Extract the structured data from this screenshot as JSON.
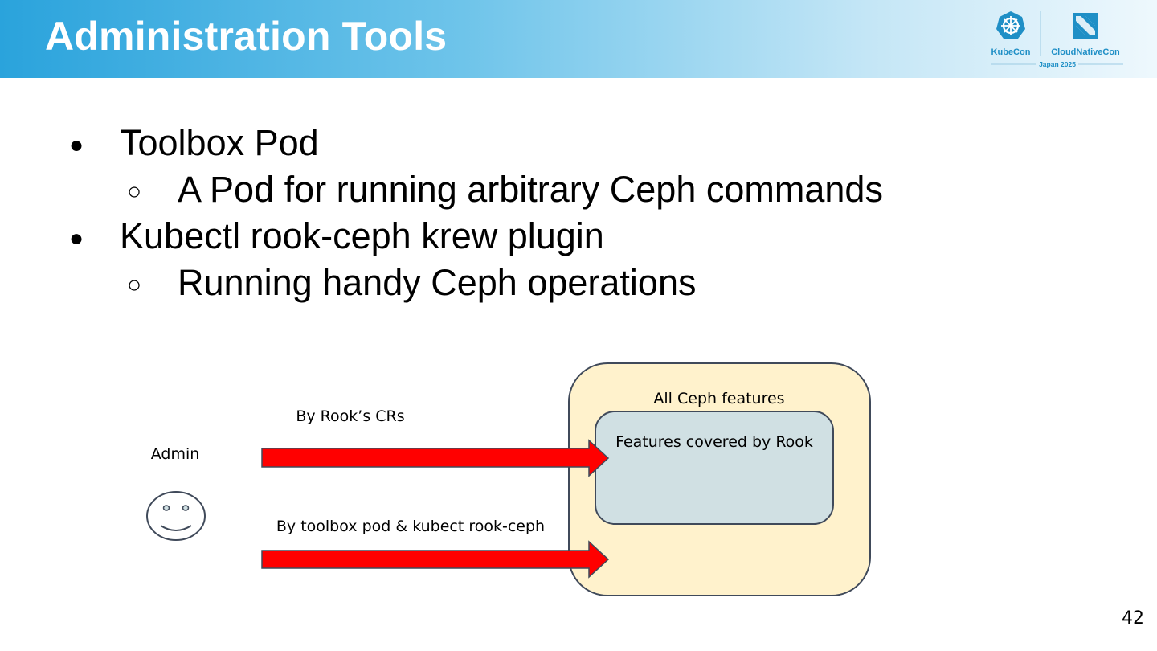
{
  "slide": {
    "title": "Administration Tools",
    "page_number": "42"
  },
  "logo": {
    "left_text": "KubeCon",
    "right_text": "CloudNativeCon",
    "sub_text": "Japan 2025"
  },
  "bullets": [
    {
      "level": 1,
      "marker": "●",
      "text": "Toolbox Pod"
    },
    {
      "level": 2,
      "marker": "○",
      "text": "A Pod for running arbitrary Ceph commands"
    },
    {
      "level": 1,
      "marker": "●",
      "text": "Kubectl rook-ceph krew plugin"
    },
    {
      "level": 2,
      "marker": "○",
      "text": "Running handy Ceph operations"
    }
  ],
  "diagram": {
    "admin_label": "Admin",
    "arrow_top_label": "By Rook’s CRs",
    "arrow_bottom_label": "By toolbox pod & kubect rook-ceph",
    "outer_box_label": "All Ceph features",
    "inner_box_label": "Features covered by Rook",
    "colors": {
      "arrow": "#ff0000",
      "outer_box": "#fff2cc",
      "inner_box": "#d0e0e3",
      "outline": "#404a5a"
    }
  }
}
